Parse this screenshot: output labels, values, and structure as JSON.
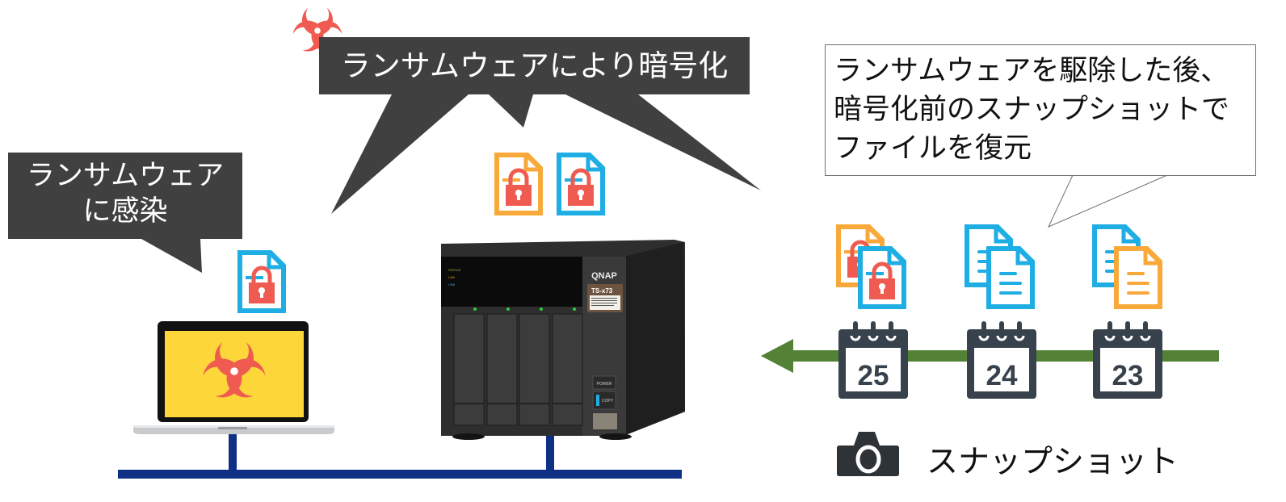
{
  "diagram": {
    "title": "Ransomware recovery with NAS snapshots",
    "callouts": {
      "infected": {
        "lines": [
          "ランサムウェア",
          "に感染"
        ]
      },
      "encrypted": {
        "text": "ランサムウェアにより暗号化"
      },
      "restore": {
        "lines": [
          "ランサムウェアを駆除した後、",
          "暗号化前のスナップショットで",
          "ファイルを復元"
        ]
      }
    },
    "nas": {
      "brand": "QNAP",
      "model": "TS-x73",
      "buttons": [
        "POWER",
        "COPY"
      ],
      "leds": [
        "STATUS",
        "LAN",
        "USB"
      ]
    },
    "snapshots": {
      "label": "スナップショット",
      "days": [
        {
          "day": "25",
          "files_state": "encrypted"
        },
        {
          "day": "24",
          "files_state": "clean"
        },
        {
          "day": "23",
          "files_state": "clean"
        }
      ]
    },
    "colors": {
      "bubble_dark": "#404040",
      "biohazard": "#EF5B50",
      "file_orange": "#F9A93A",
      "file_blue": "#1EAEE4",
      "lock_red": "#EF5B50",
      "calendar": "#37424C",
      "timeline_green": "#538135",
      "network_blue": "#0F3185",
      "laptop_screen": "#FDD63A"
    }
  }
}
